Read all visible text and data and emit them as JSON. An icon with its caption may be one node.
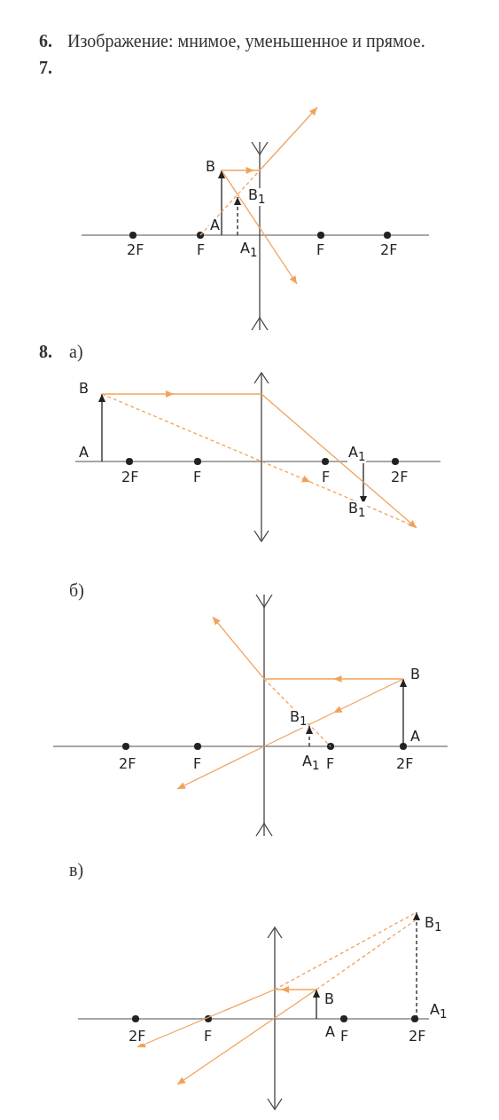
{
  "diagram": {
    "labels": [
      "6.",
      "Изображение: мнимое, уменьшенное и прямое.",
      "7.",
      "B",
      "B$_{1}$",
      "A",
      "2F",
      "F",
      "A$_{1}$",
      "F",
      "2F",
      "8.",
      "а)",
      "B",
      "A",
      "2F",
      "F",
      "F",
      "A$_{1}$",
      "2F",
      "B$_{1}$",
      "б)",
      "B",
      "B$_{1}$",
      "2F",
      "F",
      "A$_{1}$",
      "F",
      "2F",
      "A",
      "в)",
      "B$_{1}$",
      "B",
      "2F",
      "F",
      "A",
      "F",
      "2F",
      "A$_{1}$"
    ]
  }
}
